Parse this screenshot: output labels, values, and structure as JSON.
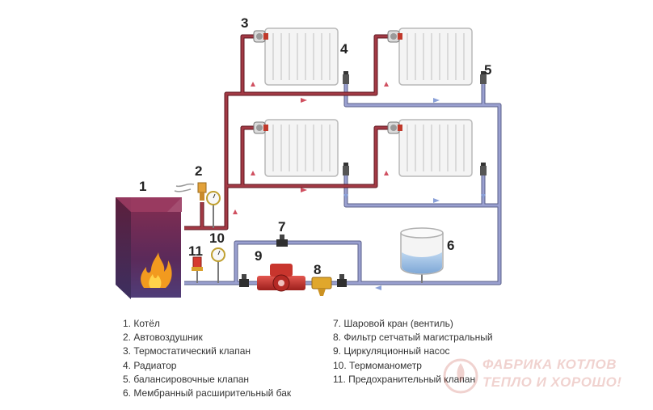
{
  "diagram": {
    "callouts": {
      "boiler": "1",
      "air_vent": "2",
      "thermo_valve": "3",
      "radiator": "4",
      "balancing_valve": "5",
      "expansion_tank": "6",
      "ball_valve": "7",
      "filter": "8",
      "pump": "9",
      "thermomanometer": "10",
      "safety_valve": "11"
    },
    "colors": {
      "supply_pipe": "#8c2a35",
      "return_pipe": "#7d84b5",
      "boiler_body": "#6a2a4e",
      "flame": "#f29a1f",
      "radiator": "#ececec",
      "pump": "#c9302c",
      "filter": "#e0a72c"
    },
    "icons": [
      "radiator-icon",
      "thermostatic-valve-icon",
      "balancing-valve-icon",
      "ball-valve-icon",
      "pump-icon",
      "filter-icon",
      "gauge-icon",
      "air-vent-icon",
      "safety-valve-icon",
      "expansion-tank-icon",
      "flame-icon",
      "flow-arrow-icon"
    ]
  },
  "legend": {
    "left": [
      "1. Котёл",
      "2. Автовоздушник",
      "3. Термостатический клапан",
      "4. Радиатор",
      "5. балансировочные клапан",
      "6. Мембранный расширительный бак"
    ],
    "right": [
      "7. Шаровой кран (вентиль)",
      "8. Фильтр сетчатый магистральный",
      "9. Циркуляционный насос",
      "10. Термоманометр",
      "11. Предохранительный клапан"
    ]
  },
  "watermark": {
    "line1": "ФАБРИКА КОТЛОВ",
    "line2": "ТЕПЛО И ХОРОШО!"
  }
}
